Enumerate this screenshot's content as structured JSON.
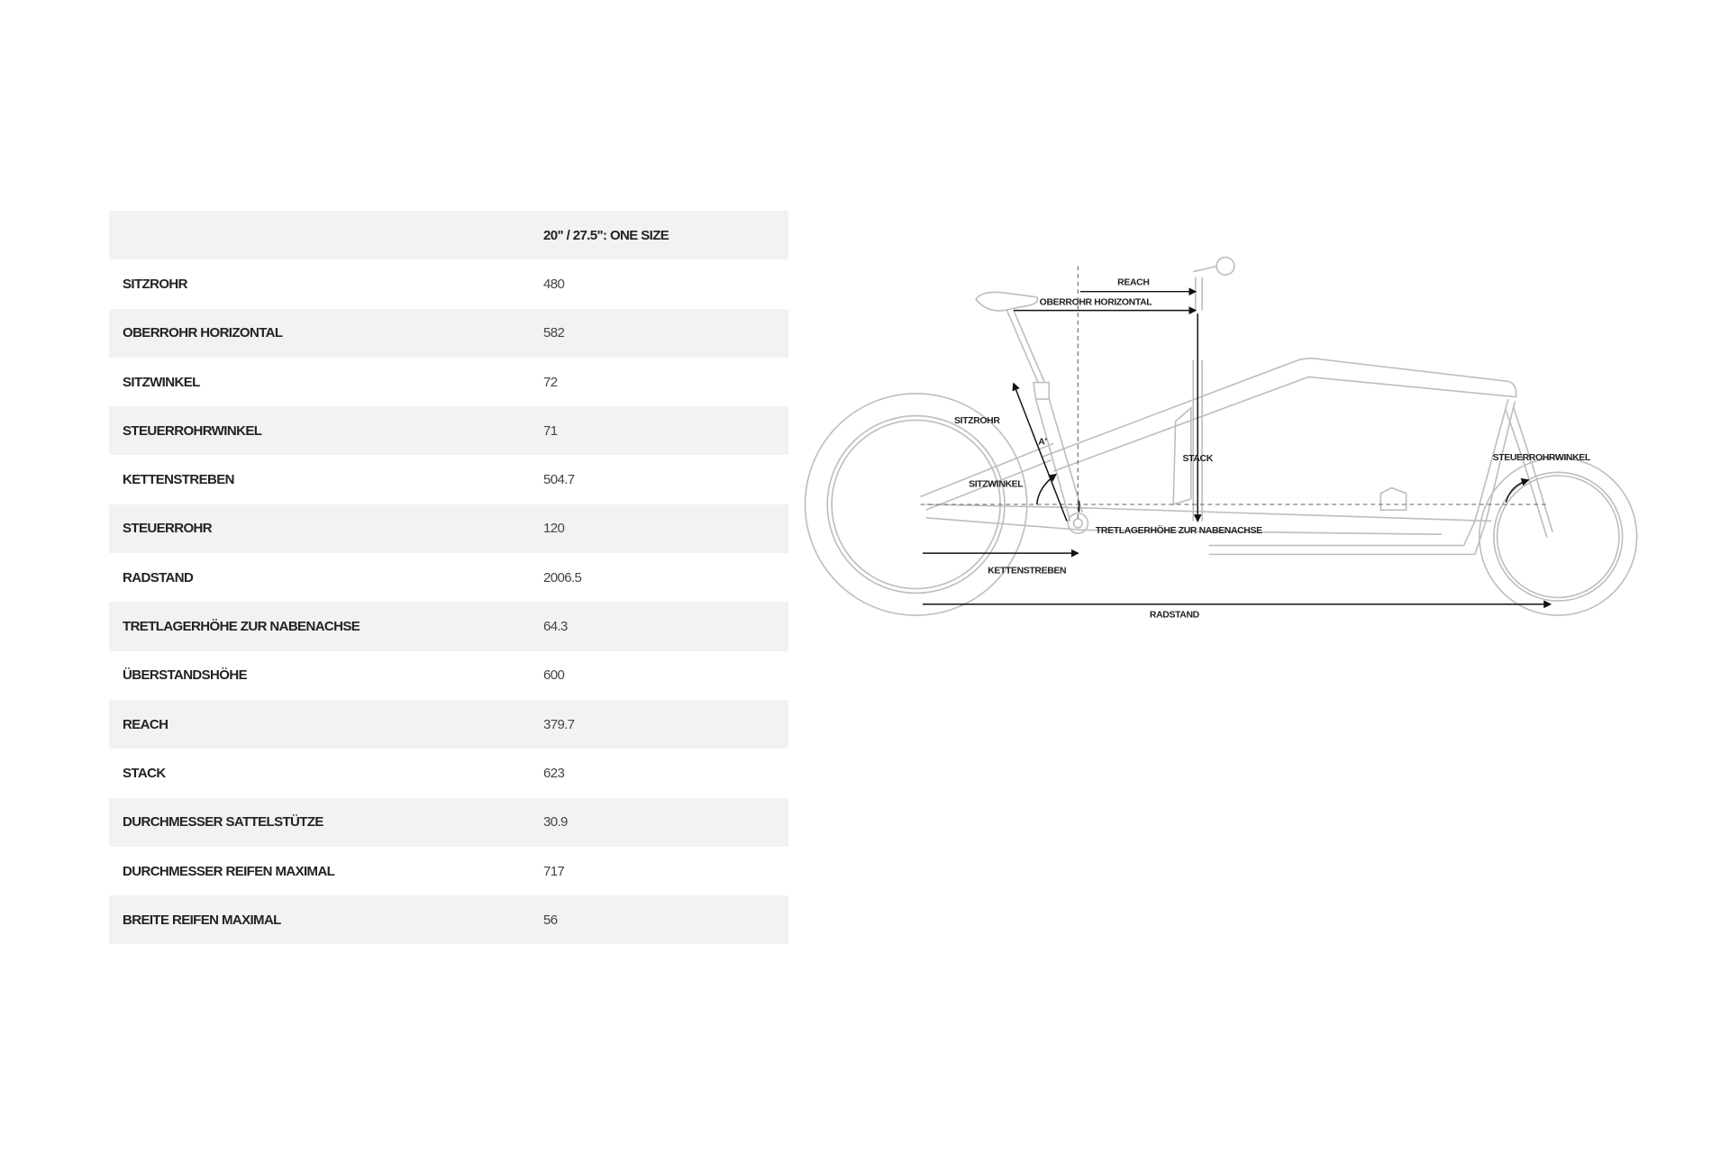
{
  "table": {
    "header": {
      "label": "",
      "value": "20\" / 27.5\": ONE SIZE"
    },
    "rows": [
      {
        "label": "SITZROHR",
        "value": "480"
      },
      {
        "label": "OBERROHR HORIZONTAL",
        "value": "582"
      },
      {
        "label": "SITZWINKEL",
        "value": "72"
      },
      {
        "label": "STEUERROHRWINKEL",
        "value": "71"
      },
      {
        "label": "KETTENSTREBEN",
        "value": "504.7"
      },
      {
        "label": "STEUERROHR",
        "value": "120"
      },
      {
        "label": "RADSTAND",
        "value": "2006.5"
      },
      {
        "label": "TRETLAGERHÖHE ZUR NABENACHSE",
        "value": "64.3"
      },
      {
        "label": "ÜBERSTANDSHÖHE",
        "value": "600"
      },
      {
        "label": "REACH",
        "value": "379.7"
      },
      {
        "label": "STACK",
        "value": "623"
      },
      {
        "label": "DURCHMESSER SATTELSTÜTZE",
        "value": "30.9"
      },
      {
        "label": "DURCHMESSER REIFEN MAXIMAL",
        "value": "717"
      },
      {
        "label": "BREITE REIFEN MAXIMAL",
        "value": "56"
      }
    ]
  },
  "diagram": {
    "reach": "REACH",
    "oberrohr": "OBERROHR HORIZONTAL",
    "sitzrohr": "SITZROHR",
    "stack": "STACK",
    "steuerrohrwinkel": "STEUERROHRWINKEL",
    "sitzwinkel": "SITZWINKEL",
    "a_mark": "A'",
    "tretlager": "TRETLAGERHÖHE ZUR NABENACHSE",
    "kettenstreben": "KETTENSTREBEN",
    "radstand": "RADSTAND"
  }
}
